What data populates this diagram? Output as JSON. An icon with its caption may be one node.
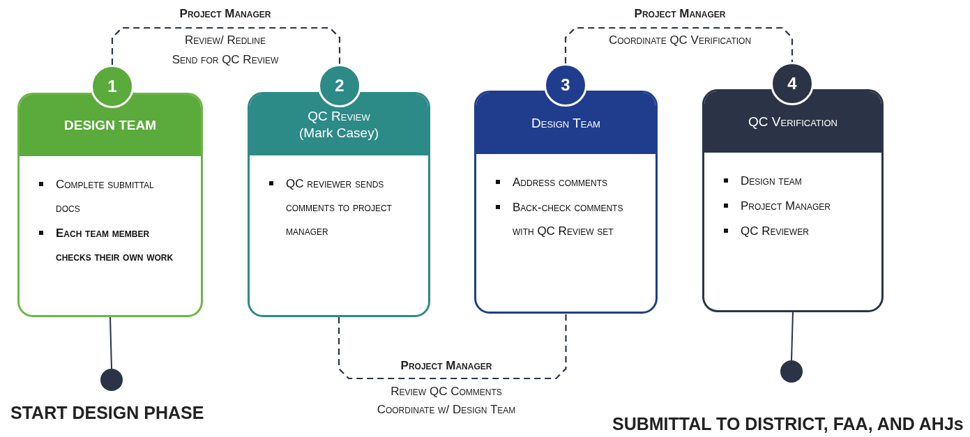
{
  "diagram": {
    "nodes": [
      {
        "text": [
          "1"
        ]
      },
      {
        "text": [
          "DESIGN TEAM",
          "Complete submittal docs",
          "Each team member checks their own work"
        ]
      },
      {
        "text": [
          "2"
        ]
      },
      {
        "text": [
          "QC Review",
          "(Mark Casey)",
          "QC reviewer sends comments to project manager"
        ]
      },
      {
        "text": [
          "3"
        ]
      },
      {
        "text": [
          "Design Team",
          "Address comments",
          "Back-check comments with QC Review set"
        ]
      },
      {
        "text": [
          "4"
        ]
      },
      {
        "text": [
          "QC Verification",
          "Design team",
          "Project Manager",
          "QC Reviewer"
        ]
      },
      {
        "text": [],
        "shape": "circle",
        "beside": [
          "START DESIGN PHASE"
        ]
      },
      {
        "text": [],
        "shape": "circle",
        "beside": [
          "SUBMITTAL TO DISTRICT, FAA, AND AHJs"
        ]
      }
    ],
    "edges": [
      {
        "from": 0,
        "to": 2,
        "arrow": "none",
        "style": "dashed",
        "label": "Project Manager"
      },
      {
        "from": 3,
        "to": 5,
        "arrow": "none",
        "style": "dashed",
        "label": "Project Manager"
      },
      {
        "from": 4,
        "to": 6,
        "arrow": "none",
        "style": "dashed",
        "label": "Project Manager"
      },
      {
        "from": 1,
        "to": 8,
        "arrow": "none"
      },
      {
        "from": 7,
        "to": 9,
        "arrow": "none"
      }
    ],
    "labels": [
      "Review/ Redline",
      "Send for QC Review",
      "Coordinate QC Verification",
      "Review QC Comments",
      "Coordinate w/ Design Team"
    ]
  }
}
